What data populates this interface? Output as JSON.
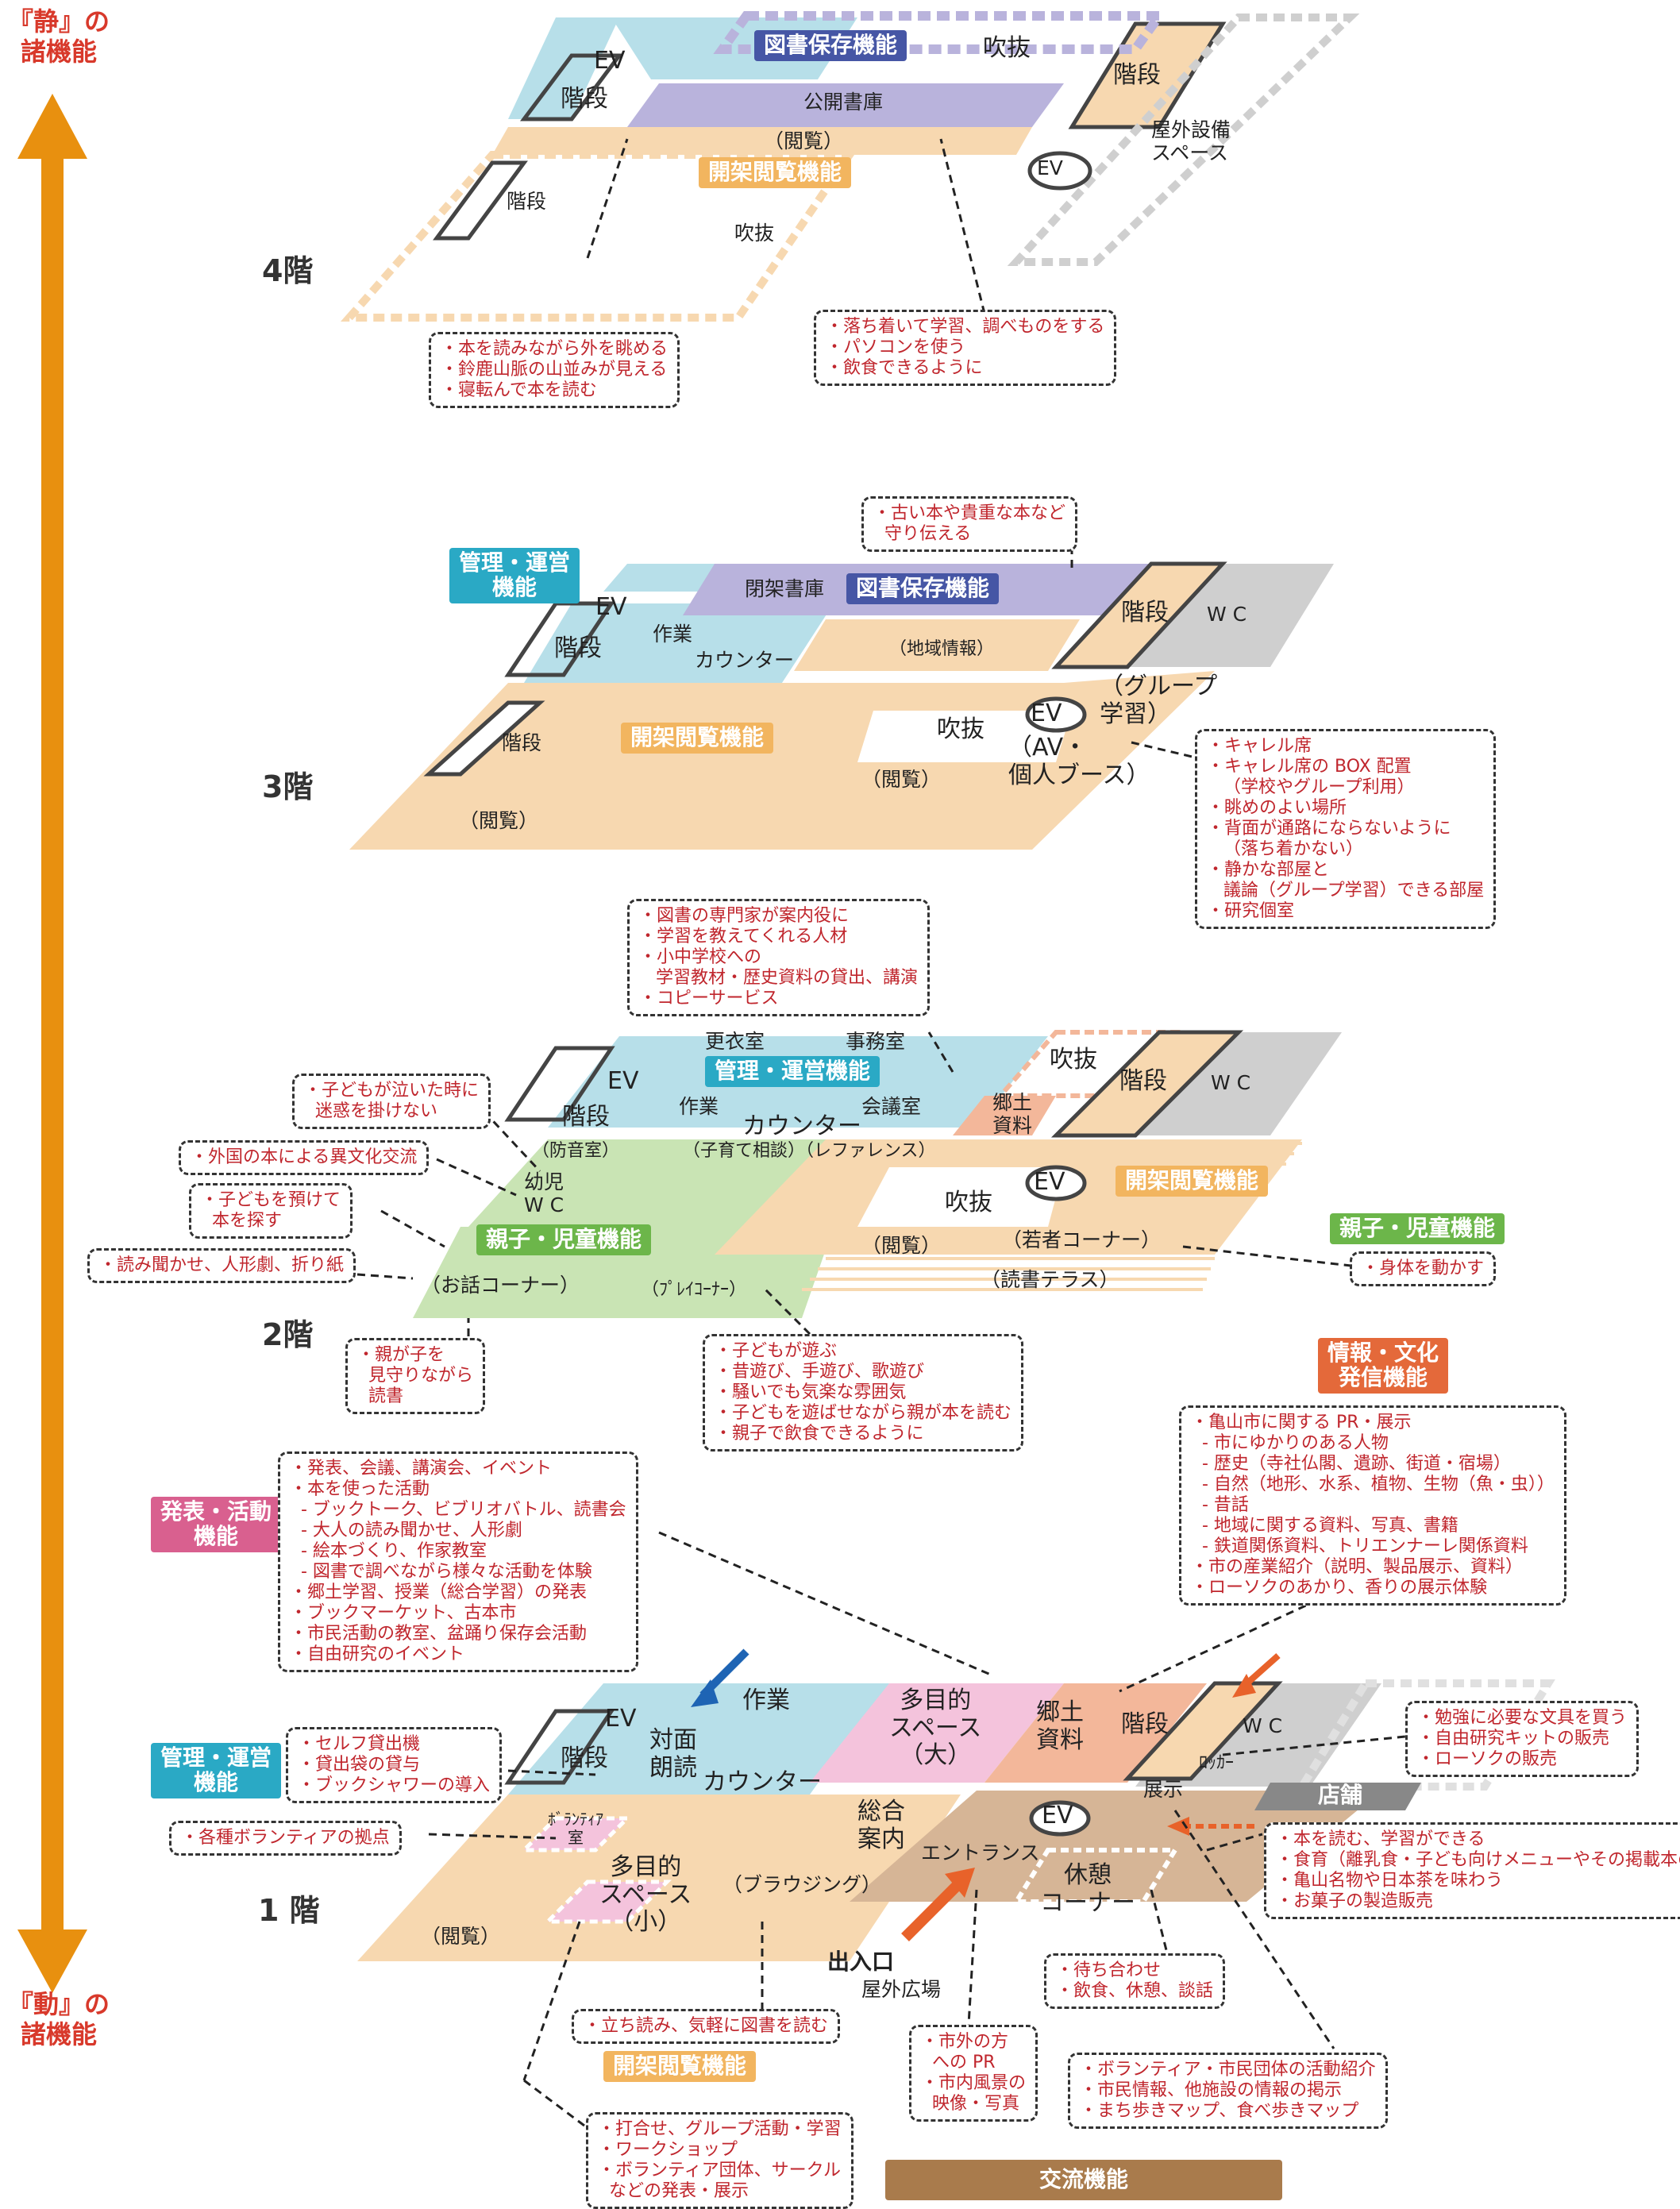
{
  "axis": {
    "top": "『静』の\n諸機能",
    "bottom": "『動』の\n諸機能"
  },
  "colors": {
    "axis": "#e8900f",
    "light_blue": "#b7dfe9",
    "peach": "#f7d8b0",
    "lavender": "#b9b3dc",
    "green": "#c9e4b4",
    "grey": "#cfcfcf",
    "pink": "#f4c3dc",
    "salmon": "#f3b79a",
    "brown": "#d6b596",
    "teal_tag": "#2aa9c5",
    "navy_tag": "#4656a5",
    "orange_tag": "#f2b55f",
    "green_tag": "#6cb64a",
    "pink_tag": "#d9608f",
    "orangered_tag": "#e4693a",
    "brown_tag": "#a97b4c",
    "grey_tag": "#888888",
    "arrow_blue": "#1e64b4",
    "arrow_orange": "#e8622a",
    "note_text": "#c0262d"
  },
  "floors": {
    "f4": "4階",
    "f3": "3階",
    "f2": "2階",
    "f1": "1 階"
  },
  "f4": {
    "EV": "EV",
    "stair": "階段",
    "tag_storage": "図書保存機能",
    "fukinuke_top": "吹抜",
    "stair_right": "階段",
    "public_stack": "公開書庫",
    "reading": "（閲覧）",
    "tag_open": "開架閲覧機能",
    "EV2": "EV",
    "outdoor": "屋外設備\nスペース",
    "stair_left": "階段",
    "fukinuke": "吹抜",
    "note_left": [
      "・本を読みながら外を眺める",
      "・鈴鹿山脈の山並みが見える",
      "・寝転んで本を読む"
    ],
    "note_right": [
      "・落ち着いて学習、調べものをする",
      "・パソコンを使う",
      "・飲食できるように"
    ]
  },
  "f3": {
    "tag_admin": "管理・運営\n機能",
    "closed_stack": "閉架書庫",
    "tag_storage": "図書保存機能",
    "EV": "EV",
    "stair": "階段",
    "work": "作業",
    "counter": "カウンター",
    "local_info": "（地域情報）",
    "stair_right": "階段",
    "wc": "W C",
    "group": "（グループ\n学習）",
    "stair_left": "階段",
    "tag_open": "開架閲覧機能",
    "fukinuke": "吹抜",
    "EV2": "EV",
    "av": "（AV・\n個人ブース）",
    "reading": "（閲覧）",
    "reading2": "（閲覧）",
    "note_top": [
      "・古い本や貴重な本など",
      "  守り伝える"
    ],
    "note_right": [
      "・キャレル席",
      "・キャレル席の BOX 配置",
      "   （学校やグループ利用）",
      "・眺めのよい場所",
      "・背面が通路にならないように",
      "   （落ち着かない）",
      "・静かな部屋と",
      "   議論（グループ学習）できる部屋",
      "・研究個室"
    ]
  },
  "f2": {
    "note_top": [
      "・図書の専門家が案内役に",
      "・学習を教えてくれる人材",
      "・小中学校への",
      "   学習教材・歴史資料の貸出、講演",
      "・コピーサービス"
    ],
    "changing": "更衣室",
    "office": "事務室",
    "tag_admin": "管理・運営機能",
    "work": "作業",
    "meeting": "会議室",
    "counter": "カウンター",
    "EV": "EV",
    "stair": "階段",
    "soundproof": "（防音室）",
    "childcare": "（子育て相談）（レファレンス）",
    "fukinuke_top": "吹抜",
    "stair_right": "階段",
    "wc": "W C",
    "local_mat": "郷土\n資料",
    "infant_wc": "幼児\nW C",
    "tag_kids": "親子・児童機能",
    "fukinuke": "吹抜",
    "EV2": "EV",
    "tag_open": "開架閲覧機能",
    "reading": "（閲覧）",
    "youth": "（若者コーナー）",
    "terrace": "（読書テラス）",
    "story": "（お話コーナー）",
    "play": "（ﾌﾟﾚｲｺｰﾅｰ）",
    "tag_kids_right": "親子・児童機能",
    "note_cry": [
      "・子どもが泣いた時に",
      "  迷惑を掛けない"
    ],
    "note_foreign": [
      "・外国の本による異文化交流"
    ],
    "note_leave": [
      "・子どもを預けて",
      "  本を探す"
    ],
    "note_read": [
      "・読み聞かせ、人形劇、折り紙"
    ],
    "note_parent": [
      "・親が子を",
      "  見守りながら",
      "  読書"
    ],
    "note_play": [
      "・子どもが遊ぶ",
      "・昔遊び、手遊び、歌遊び",
      "・騒いでも気楽な雰囲気",
      "・子どもを遊ばせながら親が本を読む",
      "・親子で飲食できるように"
    ],
    "note_body": [
      "・身体を動かす"
    ]
  },
  "f1": {
    "tag_info": "情報・文化\n発信機能",
    "note_info": [
      "・亀山市に関する PR・展示",
      "  - 市にゆかりのある人物",
      "  - 歴史（寺社仏閣、遺跡、街道・宿場）",
      "  - 自然（地形、水系、植物、生物（魚・虫））",
      "  - 昔話",
      "  - 地域に関する資料、写真、書籍",
      "  - 鉄道関係資料、トリエンナーレ関係資料",
      "・市の産業紹介（説明、製品展示、資料）",
      "・ローソクのあかり、香りの展示体験"
    ],
    "tag_present": "発表・活動\n機能",
    "note_present": [
      "・発表、会議、講演会、イベント",
      "・本を使った活動",
      "  - ブックトーク、ビブリオバトル、読書会",
      "  - 大人の読み聞かせ、人形劇",
      "  - 絵本づくり、作家教室",
      "  - 図書で調べながら様々な活動を体験",
      "・郷土学習、授業（総合学習）の発表",
      "・ブックマーケット、古本市",
      "・市民活動の教室、盆踊り保存会活動",
      "・自由研究のイベント"
    ],
    "tag_admin": "管理・運営\n機能",
    "note_admin": [
      "・セルフ貸出機",
      "・貸出袋の貸与",
      "・ブックシャワーの導入"
    ],
    "work": "作業",
    "multi_large": "多目的\nスペース\n（大）",
    "local_mat": "郷土\n資料",
    "stair_right": "階段",
    "wc": "W C",
    "locker": "ﾛｯｶｰ",
    "EV": "EV",
    "stair": "階段",
    "facing": "対面\n朗読",
    "counter": "カウンター",
    "exhibit": "展示",
    "tag_shop": "店舗",
    "note_shop_top": [
      "・勉強に必要な文具を買う",
      "・自由研究キットの販売",
      "・ローソクの販売"
    ],
    "volunteer": "ﾎﾞﾗﾝﾃｨｱ\n室",
    "info_desk": "総合\n案内",
    "EV2": "EV",
    "entrance": "エントランス",
    "note_vol": [
      "・各種ボランティアの拠点"
    ],
    "multi_small": "多目的\nスペース\n（小）",
    "browsing": "（ブラウジング）",
    "rest": "休憩\nコーナー",
    "note_shop": [
      "・本を読む、学習ができる",
      "・食育（離乳食・子ども向けメニューやその掲載本の紹介）",
      "・亀山名物や日本茶を味わう",
      "・お菓子の製造販売"
    ],
    "reading": "（閲覧）",
    "exit": "出入口",
    "plaza": "屋外広場",
    "note_wait": [
      "・待ち合わせ",
      "・飲食、休憩、談話"
    ],
    "note_stand": [
      "・立ち読み、気軽に図書を読む"
    ],
    "tag_open": "開架閲覧機能",
    "note_pr": [
      "・市外の方",
      "  への PR",
      "・市内風景の",
      "  映像・写真"
    ],
    "note_citizen": [
      "・ボランティア・市民団体の活動紹介",
      "・市民情報、他施設の情報の掲示",
      "・まち歩きマップ、食べ歩きマップ"
    ],
    "note_meet": [
      "・打合せ、グループ活動・学習",
      "・ワークショップ",
      "・ボランティア団体、サークル",
      "  などの発表・展示"
    ],
    "tag_exchange": "交流機能"
  }
}
